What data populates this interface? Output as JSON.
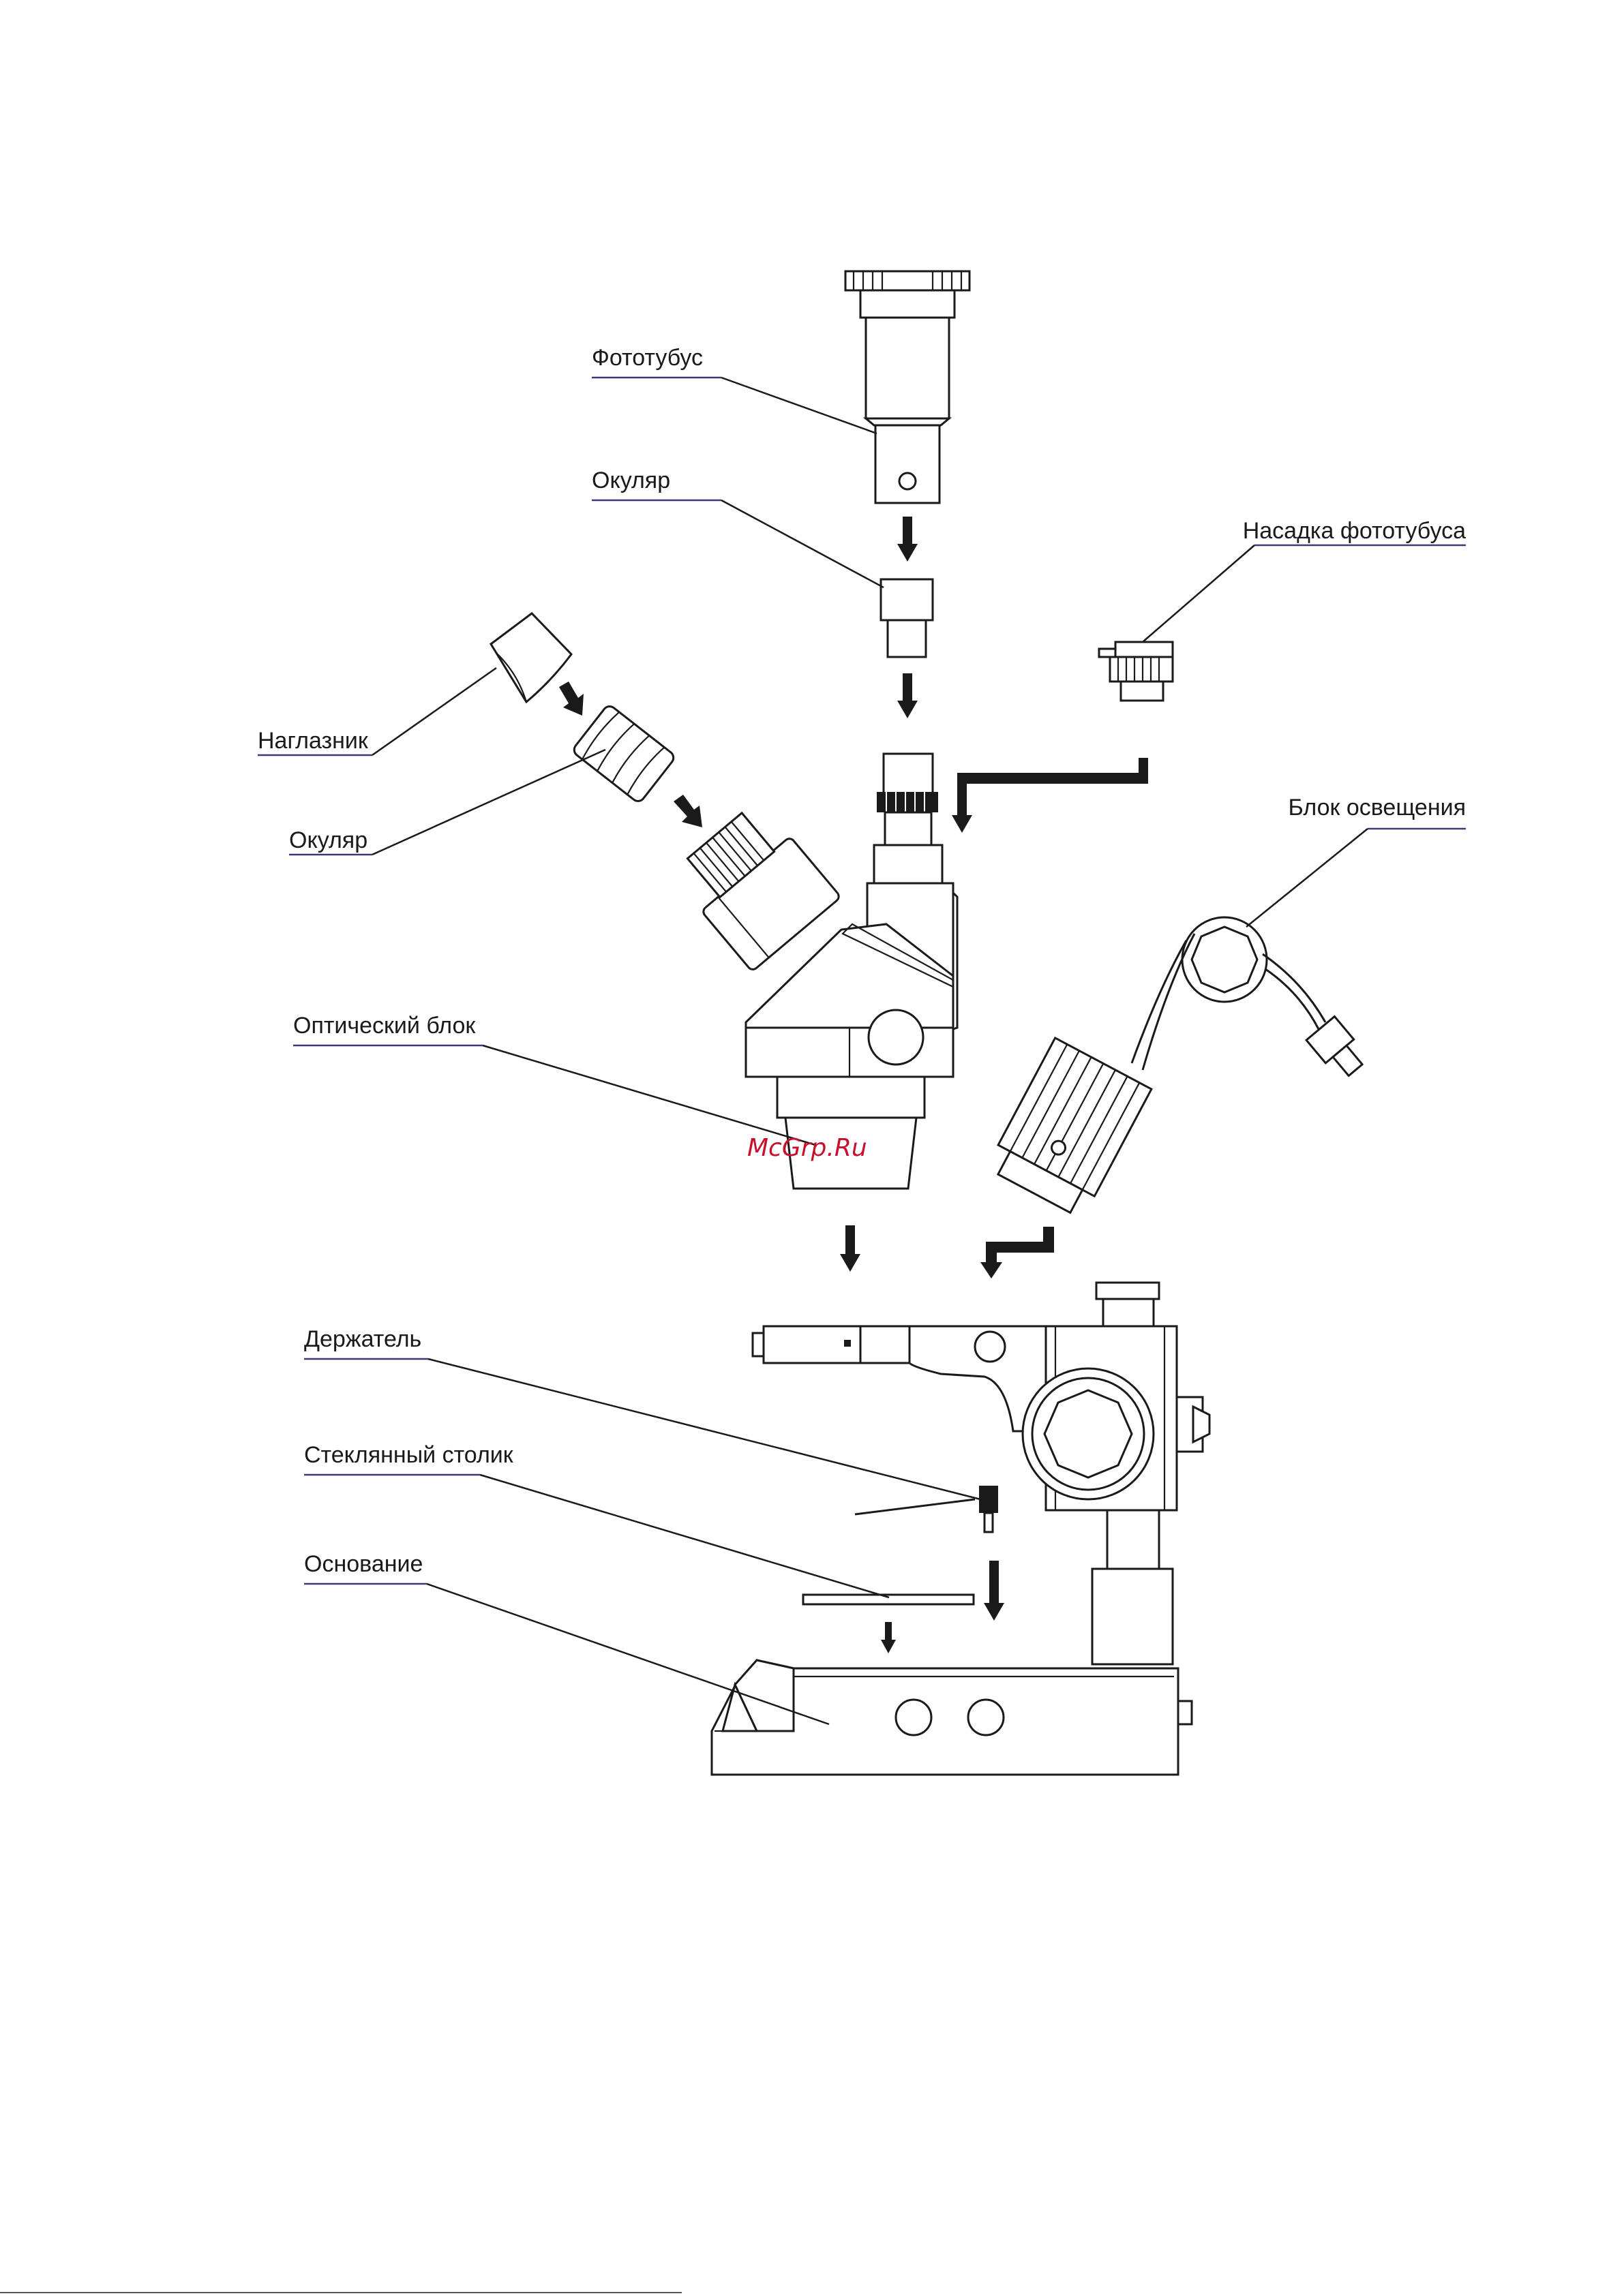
{
  "labels": {
    "phototube": "Фототубус",
    "eyepiece_top": "Окуляр",
    "phototube_adapter": "Насадка фототубуса",
    "eyecup": "Наглазник",
    "eyepiece_side": "Окуляр",
    "illumination": "Блок освещения",
    "optical_block": "Оптический блок",
    "holder": "Держатель",
    "glass_stage": "Стеклянный столик",
    "base": "Основание"
  },
  "watermark": "McGrp.Ru"
}
